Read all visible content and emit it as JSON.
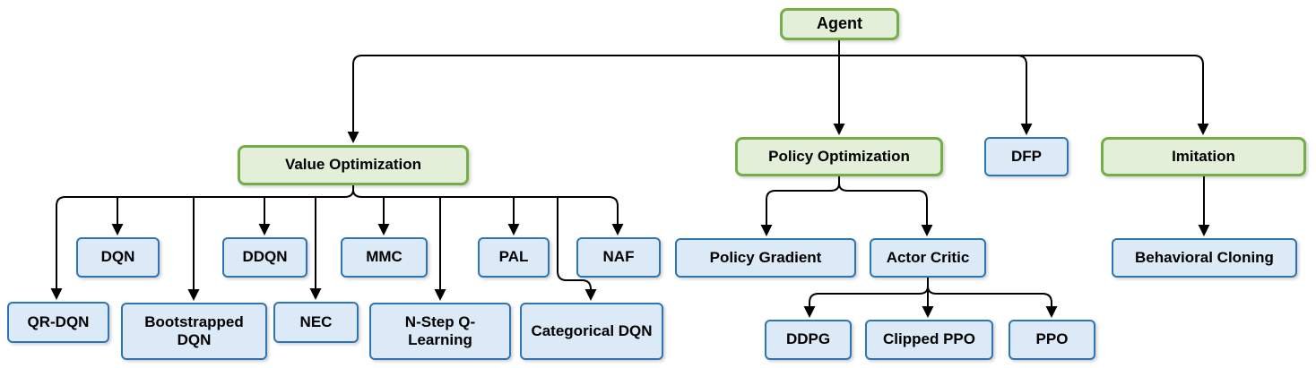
{
  "colors": {
    "background": "#FFFFFF",
    "green_fill": "#E3EFD9",
    "green_border": "#73AE49",
    "blue_fill": "#DCE9F7",
    "blue_border": "#2E75B6",
    "line": "#000000",
    "text": "#000000"
  },
  "nodes": {
    "agent": {
      "label": "Agent",
      "type": "green"
    },
    "value_optimization": {
      "label": "Value Optimization",
      "type": "green"
    },
    "policy_optimization": {
      "label": "Policy Optimization",
      "type": "green"
    },
    "dfp": {
      "label": "DFP",
      "type": "blue"
    },
    "imitation": {
      "label": "Imitation",
      "type": "green"
    },
    "dqn": {
      "label": "DQN",
      "type": "blue"
    },
    "ddqn": {
      "label": "DDQN",
      "type": "blue"
    },
    "mmc": {
      "label": "MMC",
      "type": "blue"
    },
    "pal": {
      "label": "PAL",
      "type": "blue"
    },
    "naf": {
      "label": "NAF",
      "type": "blue"
    },
    "qr_dqn": {
      "label": "QR-DQN",
      "type": "blue"
    },
    "bootstrapped_dqn": {
      "label": "Bootstrapped DQN",
      "type": "blue"
    },
    "nec": {
      "label": "NEC",
      "type": "blue"
    },
    "n_step_q_learning": {
      "label": "N-Step Q-Learning",
      "type": "blue"
    },
    "categorical_dqn": {
      "label": "Categorical DQN",
      "type": "blue"
    },
    "policy_gradient": {
      "label": "Policy Gradient",
      "type": "blue"
    },
    "actor_critic": {
      "label": "Actor Critic",
      "type": "blue"
    },
    "ddpg": {
      "label": "DDPG",
      "type": "blue"
    },
    "clipped_ppo": {
      "label": "Clipped PPO",
      "type": "blue"
    },
    "ppo": {
      "label": "PPO",
      "type": "blue"
    },
    "behavioral_cloning": {
      "label": "Behavioral Cloning",
      "type": "blue"
    }
  },
  "hierarchy": {
    "agent": [
      "value_optimization",
      "policy_optimization",
      "dfp",
      "imitation"
    ],
    "value_optimization": [
      "qr_dqn",
      "dqn",
      "bootstrapped_dqn",
      "ddqn",
      "nec",
      "mmc",
      "n_step_q_learning",
      "pal",
      "categorical_dqn",
      "naf"
    ],
    "policy_optimization": [
      "policy_gradient",
      "actor_critic"
    ],
    "actor_critic": [
      "ddpg",
      "clipped_ppo",
      "ppo"
    ],
    "imitation": [
      "behavioral_cloning"
    ]
  }
}
